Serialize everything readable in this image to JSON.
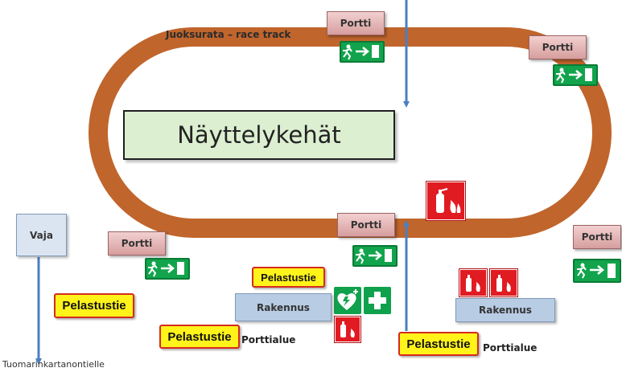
{
  "track": {
    "label": "Juoksurata – race track"
  },
  "ring": {
    "label": "Näyttelykehät"
  },
  "gates": {
    "label": "Portti"
  },
  "rescue": {
    "label": "Pelastustie"
  },
  "buildings": {
    "rakennus": "Rakennus",
    "vaja": "Vaja"
  },
  "gate_area": {
    "label": "Porttialue"
  },
  "destination": {
    "label": "Tuomarinkartanontielle"
  },
  "colors": {
    "track": "#c0652c",
    "ring_fill": "#dcefd1",
    "gate_fill": "#e8b8b8",
    "exit_sign": "#11a44c",
    "rescue_fill": "#fff31a",
    "rescue_border": "#d52b1e",
    "building": "#b8cce4",
    "arrow": "#4a7fc1",
    "fire_sign": "#e11b22"
  },
  "icons": [
    "running-man-exit-icon",
    "fire-extinguisher-icon",
    "defibrillator-icon",
    "first-aid-cross-icon",
    "arrow-icon"
  ]
}
